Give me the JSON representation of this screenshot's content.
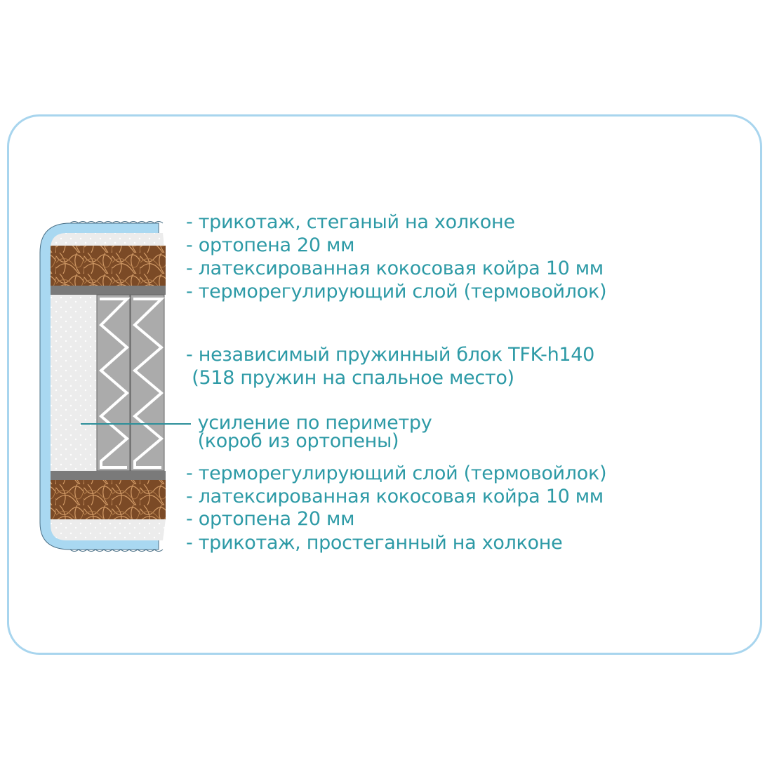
{
  "colors": {
    "text": "#2d9aa6",
    "frame": "#a8d5ee",
    "cover": "#a9d8f1",
    "foam": "#ececec",
    "coir": "#8a5a32",
    "felt": "#7a7a7a",
    "spring_bg": "#aaaaaa"
  },
  "labels": [
    "- трикотаж, стеганый на холконе",
    "- ортопена 20 мм",
    "- латексированная кокосовая койра 10 мм",
    "- терморегулирующий слой (термовойлок)",
    "- независимый пружинный блок TFK-h140",
    " (518 пружин на спальное место)",
    "  усиление по периметру",
    "  (короб из ортопены)",
    "- терморегулирующий слой (термовойлок)",
    "- латексированная кокосовая койра 10 мм",
    "- ортопена 20 мм",
    "- трикотаж, простеганный на холконе"
  ]
}
